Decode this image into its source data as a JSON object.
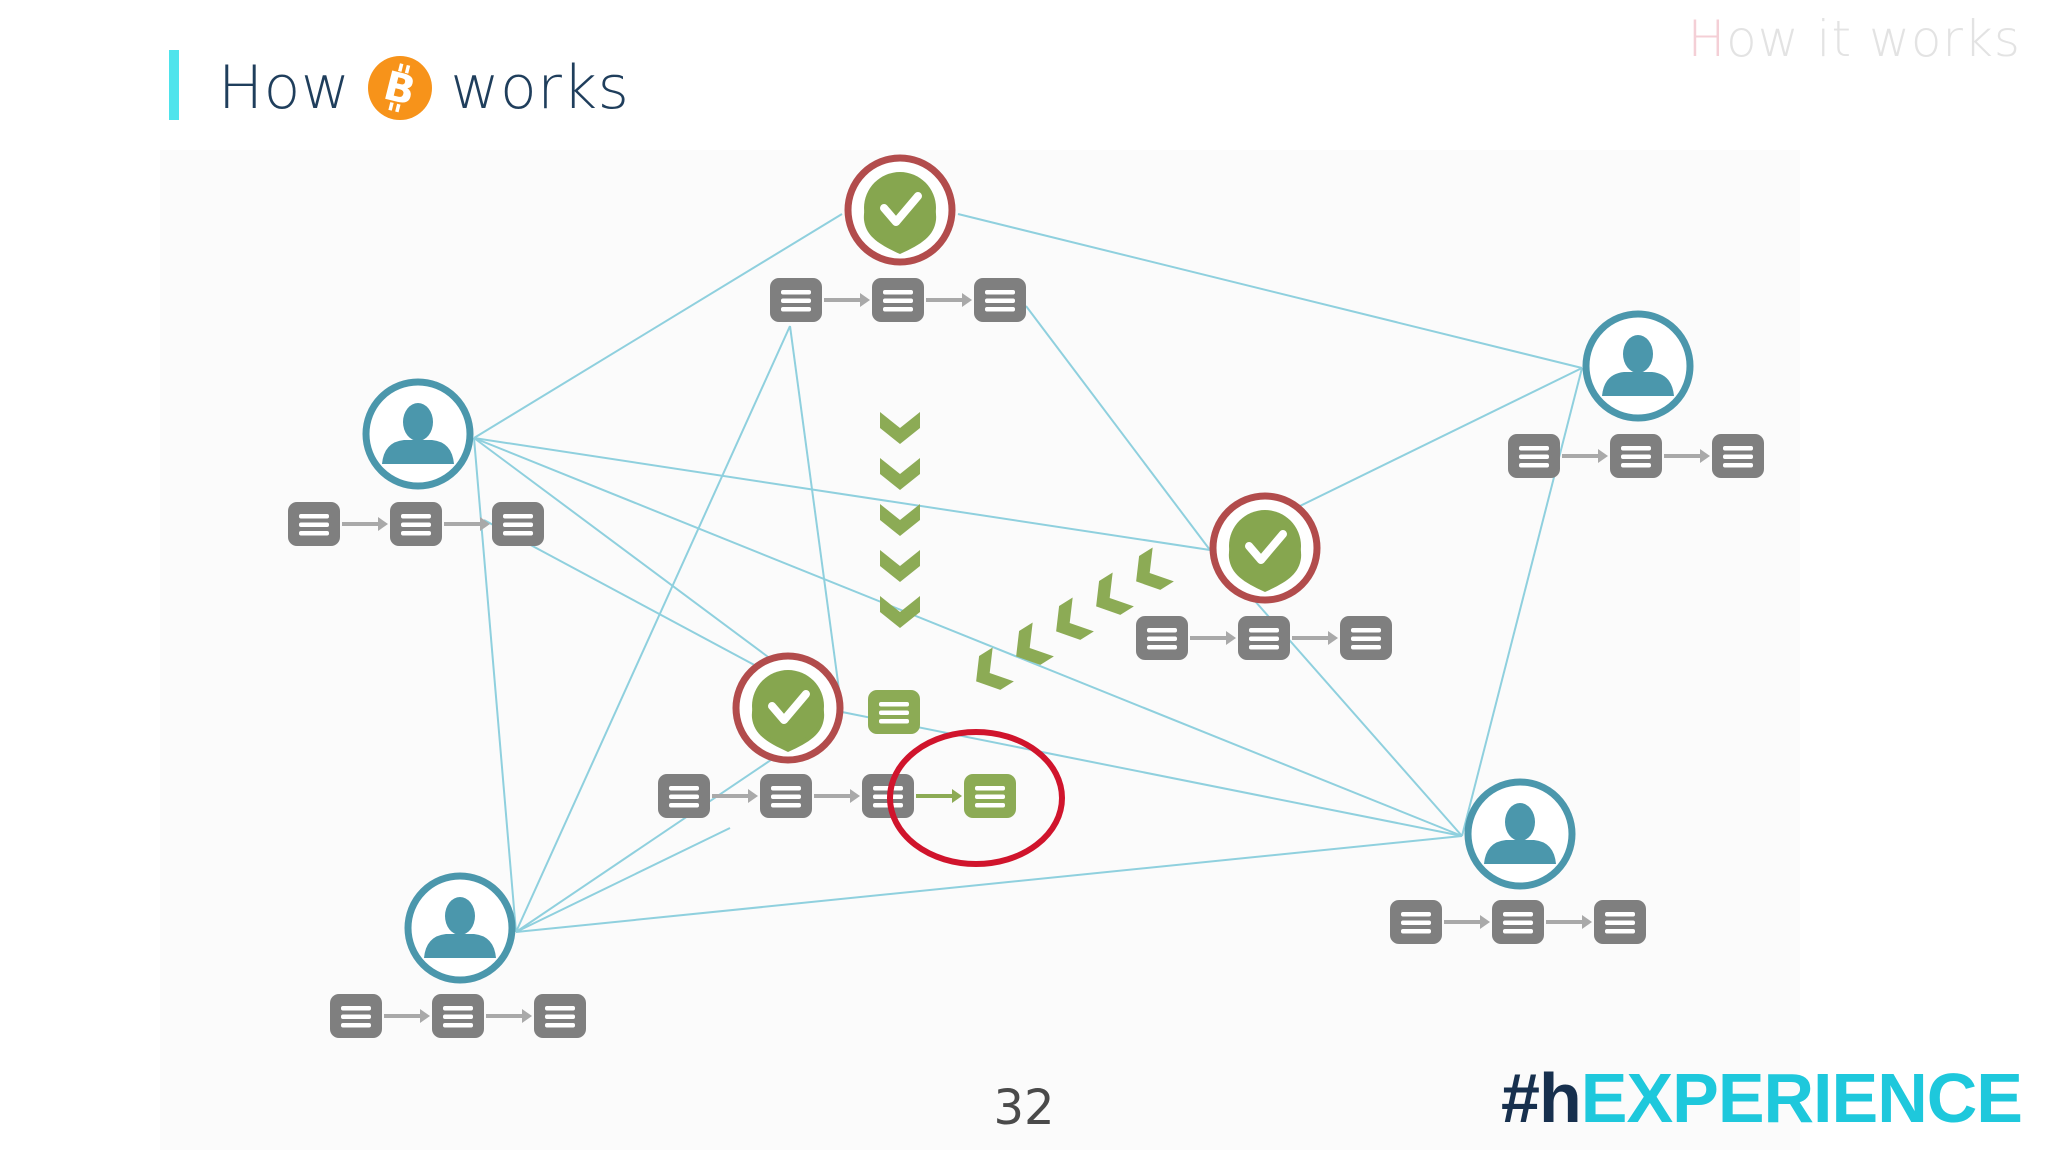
{
  "header": {
    "title_prefix": "How",
    "title_icon": "bitcoin-icon",
    "title_suffix": "works"
  },
  "corner_title": {
    "first_letter": "H",
    "rest": "ow it works"
  },
  "footer": {
    "page_number": "32",
    "brand_hash": "#h",
    "brand_rest": "EXPERIENCE"
  },
  "colors": {
    "accent": "#4ee4ec",
    "title": "#1f3e5c",
    "bitcoin": "#f7931a",
    "user_node": "#4b97ac",
    "miner_node": "#86a64f",
    "miner_ring": "#b24c4c",
    "block": "#7f7f7f",
    "new_block": "#8cab55",
    "edge": "#8fd0de",
    "highlight_ring": "#d0142c",
    "brand_dark": "#17304e",
    "brand_cyan": "#1ec8dc"
  },
  "diagram": {
    "nodes": [
      {
        "id": "miner-top",
        "kind": "miner",
        "icon": "checkmark-icon",
        "blocks": 3
      },
      {
        "id": "user-left",
        "kind": "user",
        "icon": "person-icon",
        "blocks": 3
      },
      {
        "id": "user-right-top",
        "kind": "user",
        "icon": "person-icon",
        "blocks": 3
      },
      {
        "id": "miner-right",
        "kind": "miner",
        "icon": "checkmark-icon",
        "blocks": 3
      },
      {
        "id": "miner-center",
        "kind": "miner",
        "icon": "checkmark-icon",
        "blocks": 3,
        "new_block": true
      },
      {
        "id": "user-right-bottom",
        "kind": "user",
        "icon": "person-icon",
        "blocks": 3
      },
      {
        "id": "user-bottom-left",
        "kind": "user",
        "icon": "person-icon",
        "blocks": 3
      }
    ],
    "propagation_arrows": [
      {
        "from": "miner-top",
        "count": 5,
        "direction": "down",
        "icon": "chevron-down-icon"
      },
      {
        "from": "miner-right",
        "count": 5,
        "direction": "down-left",
        "icon": "chevron-down-left-icon"
      }
    ],
    "highlight": {
      "target": "new-block",
      "shape": "ellipse"
    }
  }
}
